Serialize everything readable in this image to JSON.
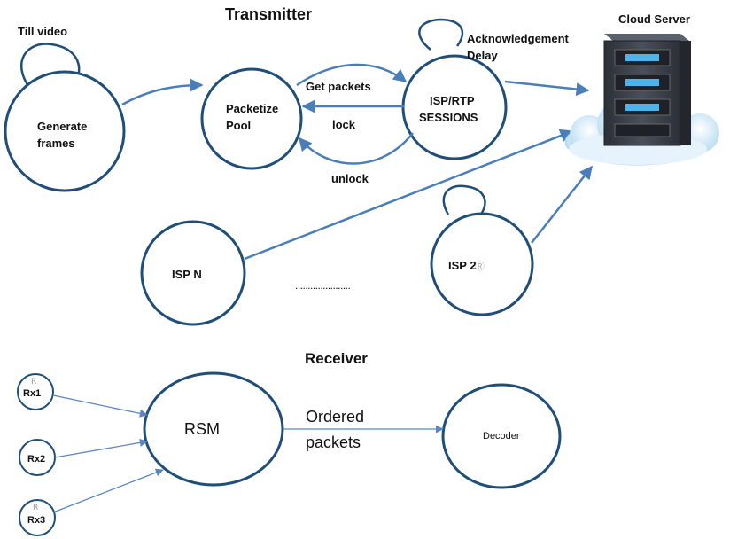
{
  "transmitter": {
    "section_label": "Transmitter",
    "loop_label": "Till video",
    "generate_frames": [
      "Generate",
      "frames"
    ],
    "packetize_pool": [
      "Packetize",
      "Pool"
    ],
    "isp_rtp": [
      "ISP/RTP",
      "SESSIONS"
    ],
    "ack_delay": [
      "Acknowledgement",
      "Delay"
    ],
    "get_packets": "Get packets",
    "lock": "lock",
    "unlock": "unlock",
    "isp_n": "ISP N",
    "isp_2": "ISP 2",
    "ellipsis": "......................",
    "cloud_server": "Cloud Server"
  },
  "receiver": {
    "section_label": "Receiver",
    "rx1": "Rx1",
    "rx2": "Rx2",
    "rx3": "Rx3",
    "rsm": "RSM",
    "ordered_packets": [
      "Ordered",
      "packets"
    ],
    "decoder": "Decoder"
  },
  "colors": {
    "circle_stroke": "#1f4e79",
    "arrow": "#4a7ebb",
    "cloud": "#cfe6f7",
    "server_body": "#3a3f47",
    "server_light": "#4fb3e8"
  }
}
